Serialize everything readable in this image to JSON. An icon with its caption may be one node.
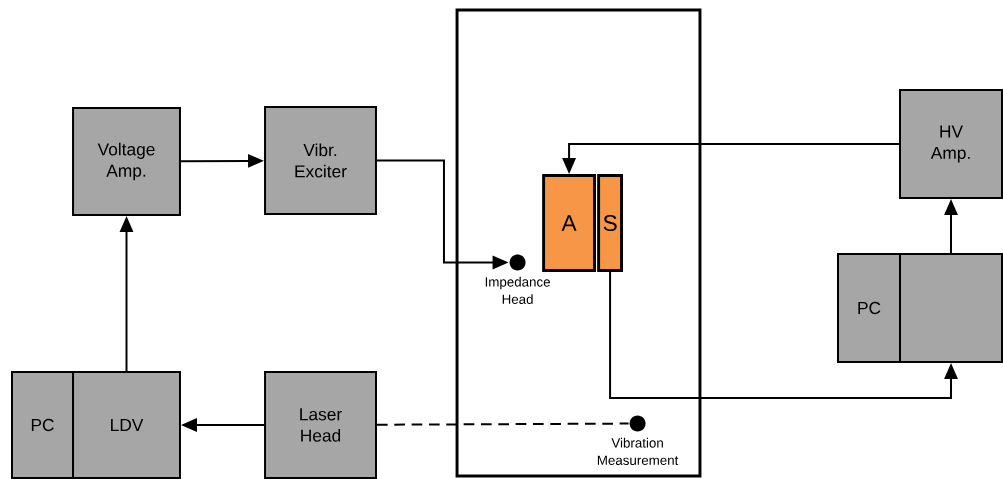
{
  "diagram": {
    "nodes": [
      {
        "text": [],
        "shape": "box"
      },
      {
        "text": [
          "Voltage Amp."
        ]
      },
      {
        "text": [
          "Vibr. Exciter"
        ]
      },
      {
        "text": [],
        "shape": "circle",
        "in": 0,
        "beside": [
          "Impedance Head"
        ]
      },
      {
        "text": [
          "A"
        ],
        "in": 0
      },
      {
        "text": [
          "S"
        ],
        "in": 0
      },
      {
        "text": [],
        "shape": "circle",
        "in": 0,
        "beside": [
          "Vibration Measurement"
        ]
      },
      {
        "text": [
          "HV Amp."
        ]
      },
      {
        "text": [
          "PC"
        ]
      },
      {
        "text": [],
        "shape": "box"
      },
      {
        "text": [
          "PC"
        ]
      },
      {
        "text": [
          "LDV"
        ]
      },
      {
        "text": [
          "Laser Head"
        ]
      }
    ],
    "edges": [
      {
        "from": 1,
        "to": 2,
        "arrow": "to"
      },
      {
        "from": 11,
        "to": 1,
        "arrow": "to"
      },
      {
        "from": 12,
        "to": 11,
        "arrow": "to"
      },
      {
        "from": 12,
        "to": 6,
        "arrow": "none",
        "style": "dashed"
      },
      {
        "from": 2,
        "to": 3,
        "arrow": "to"
      },
      {
        "from": 7,
        "to": 4,
        "arrow": "to"
      },
      {
        "from": 5,
        "to": 9,
        "arrow": "to"
      },
      {
        "from": 9,
        "to": 7,
        "arrow": "to"
      }
    ]
  }
}
